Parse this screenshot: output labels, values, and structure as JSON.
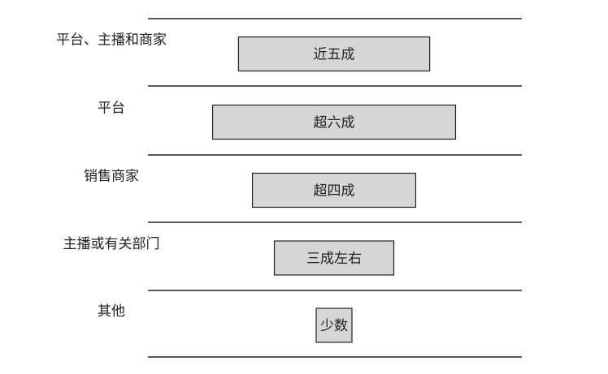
{
  "chart_data": {
    "type": "bar",
    "orientation": "horizontal",
    "categories": [
      "平台、主播和商家",
      "平台",
      "销售商家",
      "主播或有关部门",
      "其他"
    ],
    "value_labels": [
      "近五成",
      "超六成",
      "超四成",
      "三成左右",
      "少数"
    ],
    "values": [
      48,
      61,
      41,
      30,
      5
    ],
    "xlim": [
      0,
      100
    ],
    "bar_alignment": "center",
    "grid": false,
    "colors": {
      "bar_fill": "#d6d6d6",
      "bar_stroke": "#222222",
      "text": "#222222",
      "rule": "#222222"
    }
  }
}
